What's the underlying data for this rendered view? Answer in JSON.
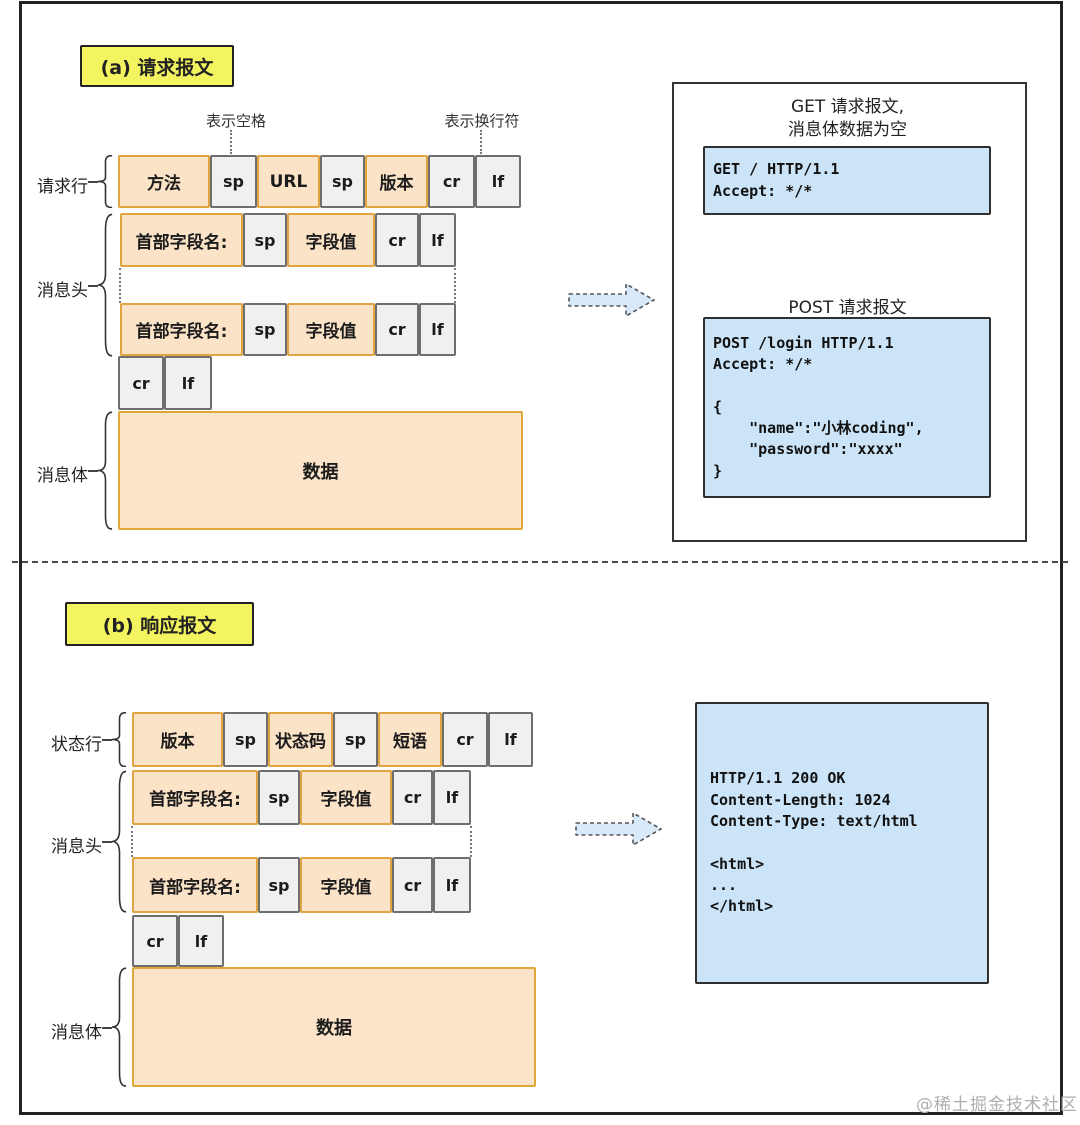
{
  "section_a": {
    "title": "(a) 请求报文",
    "annotations": {
      "space": "表示空格",
      "newline": "表示换行符"
    },
    "labels": {
      "request_line": "请求行",
      "headers": "消息头",
      "body": "消息体"
    },
    "request_line": [
      "方法",
      "sp",
      "URL",
      "sp",
      "版本",
      "cr",
      "lf"
    ],
    "header_row": [
      "首部字段名:",
      "sp",
      "字段值",
      "cr",
      "lf"
    ],
    "crlf": [
      "cr",
      "lf"
    ],
    "data_label": "数据",
    "panel": {
      "get_title1": "GET 请求报文,",
      "get_title2": "消息体数据为空",
      "get_code": "GET / HTTP/1.1\nAccept: */*",
      "post_title": "POST 请求报文",
      "post_code": "POST /login HTTP/1.1\nAccept: */*\n\n{\n    \"name\":\"小林coding\",\n    \"password\":\"xxxx\"\n}"
    }
  },
  "section_b": {
    "title": "(b) 响应报文",
    "labels": {
      "status_line": "状态行",
      "headers": "消息头",
      "body": "消息体"
    },
    "status_line": [
      "版本",
      "sp",
      "状态码",
      "sp",
      "短语",
      "cr",
      "lf"
    ],
    "header_row": [
      "首部字段名:",
      "sp",
      "字段值",
      "cr",
      "lf"
    ],
    "crlf": [
      "cr",
      "lf"
    ],
    "data_label": "数据",
    "panel": {
      "response_code": "HTTP/1.1 200 OK\nContent-Length: 1024\nContent-Type: text/html\n\n<html>\n...\n</html>"
    }
  },
  "watermark": "@稀土掘金技术社区",
  "colors": {
    "highlight_yellow": "#f3f45f",
    "field_orange_fill": "#fbe3c7",
    "field_orange_border": "#e2a440",
    "control_gray_fill": "#f0f0f0",
    "code_blue_fill": "#cce4f7",
    "arrow_blue_fill": "#d8eaf9"
  }
}
